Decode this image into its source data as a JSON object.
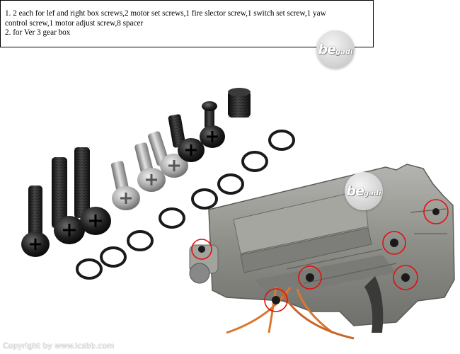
{
  "caption": {
    "line1": "1. 2 each for lef and right box screws,2 motor set screws,1 fire slector screw,1 switch set screw,1 yaw",
    "line2": "control screw,1 motor adjust screw,8 spacer",
    "line3": "2. for Ver 3 gear box"
  },
  "watermark": {
    "brand_b": "b",
    "brand_e": "e",
    "brand_rest": "gadi"
  },
  "copyright": "Copyright by www.icsbb.com",
  "colors": {
    "screw_black": "#1c1c1c",
    "screw_silver": "#9a9a9a",
    "gearbox_gray": "#8f9089",
    "highlight_circle": "#e01010",
    "wire_orange": "#d9782f"
  }
}
